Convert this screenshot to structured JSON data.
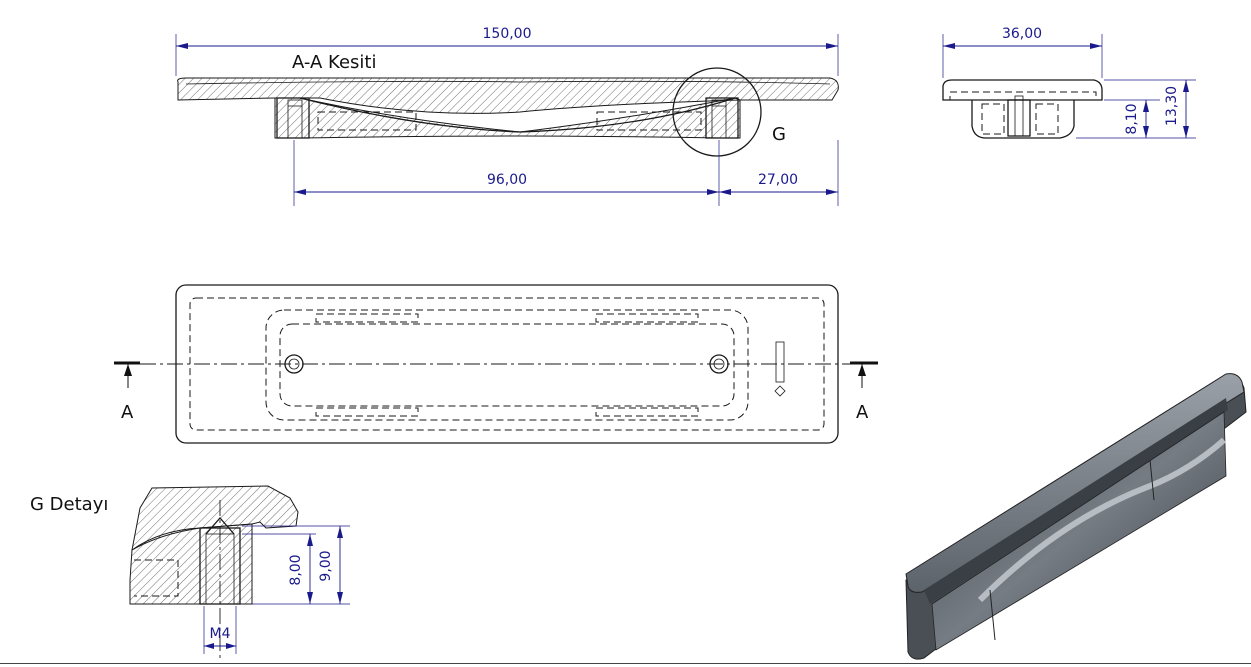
{
  "labels": {
    "section": "A-A Kesiti",
    "detail_marker": "G",
    "detail_title": "G Detayı",
    "cut_left": "A",
    "cut_right": "A"
  },
  "dimensions": {
    "overall_length": "150,00",
    "hole_spacing": "96,00",
    "end_offset": "27,00",
    "width": "36,00",
    "height_total": "13,30",
    "height_body": "8,10",
    "detail_depth_inner": "8,00",
    "detail_depth_outer": "9,00",
    "thread": "M4"
  },
  "colors": {
    "dimension": "#1a1a8c",
    "line": "#1a1a1a",
    "render_body": "#5d636b"
  }
}
